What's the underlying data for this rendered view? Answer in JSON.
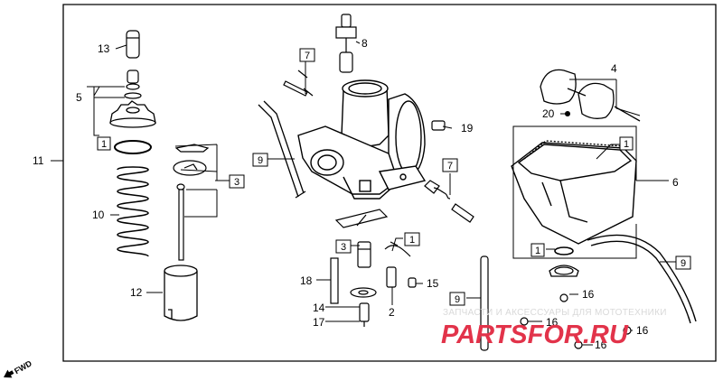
{
  "diagram": {
    "callouts": {
      "p1a": "1",
      "p1b": "1",
      "p1c": "1",
      "p1d": "1",
      "p2": "2",
      "p3a": "3",
      "p3b": "3",
      "p4": "4",
      "p5": "5",
      "p6": "6",
      "p7a": "7",
      "p7b": "7",
      "p8": "8",
      "p9a": "9",
      "p9b": "9",
      "p9c": "9",
      "p10": "10",
      "p11": "11",
      "p12": "12",
      "p13": "13",
      "p14": "14",
      "p15": "15",
      "p16a": "16",
      "p16b": "16",
      "p16c": "16",
      "p16d": "16",
      "p17": "17",
      "p18": "18",
      "p19": "19",
      "p20": "20"
    },
    "fwd_label": "FWD"
  },
  "watermark": {
    "line1": "ЗАПЧАСТИ И АКСЕССУАРЫ ДЛЯ МОТОТЕХНИКИ",
    "line2": "PARTSFOR.RU"
  },
  "colors": {
    "ink": "#000000",
    "watermark_red": "#e2334a",
    "watermark_gray": "#d9d9d9"
  }
}
